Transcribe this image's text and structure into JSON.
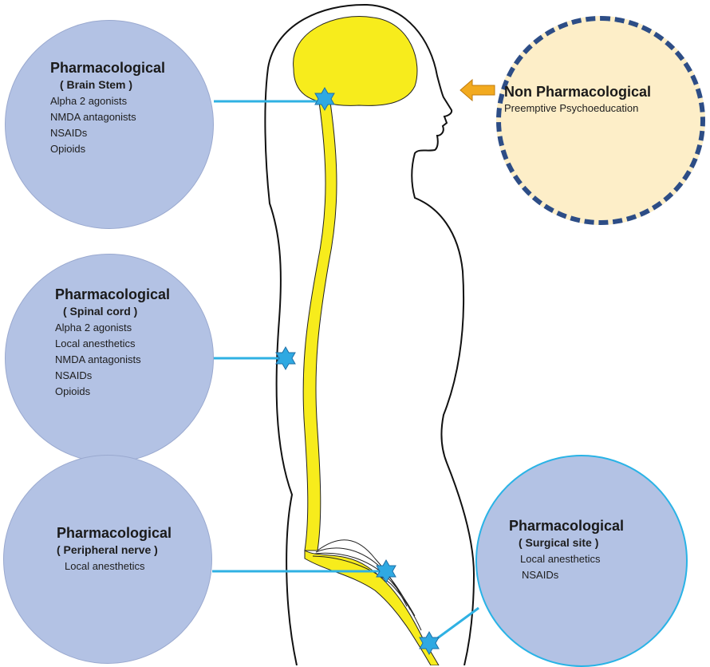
{
  "brain_stem": {
    "title": "Pharmacological",
    "subtitle": "( Brain Stem )",
    "items": [
      "Alpha 2 agonists",
      "NMDA antagonists",
      "NSAIDs",
      "Opioids"
    ]
  },
  "spinal_cord": {
    "title": "Pharmacological",
    "subtitle": "( Spinal cord )",
    "items": [
      "Alpha 2 agonists",
      "Local anesthetics",
      "NMDA antagonists",
      "NSAIDs",
      "Opioids"
    ]
  },
  "peripheral_nerve": {
    "title": "Pharmacological",
    "subtitle": "( Peripheral nerve )",
    "items": [
      "Local anesthetics"
    ]
  },
  "surgical_site": {
    "title": "Pharmacological",
    "subtitle": "( Surgical site )",
    "items": [
      "Local anesthetics",
      "NSAIDs"
    ]
  },
  "non_pharmacological": {
    "title": "Non Pharmacological",
    "subtitle": "Preemptive Psychoeducation"
  },
  "colors": {
    "pharm_bubble": "#b3c2e4",
    "non_pharm_bubble": "#fdeec8",
    "dashed_border": "#2d4d86",
    "nerve": "#f7ec1c",
    "connector": "#2fb1e3",
    "star": "#2fa9e2",
    "arrow": "#f2aa1f"
  },
  "icons": [
    "star-icon",
    "arrow-left-icon"
  ]
}
